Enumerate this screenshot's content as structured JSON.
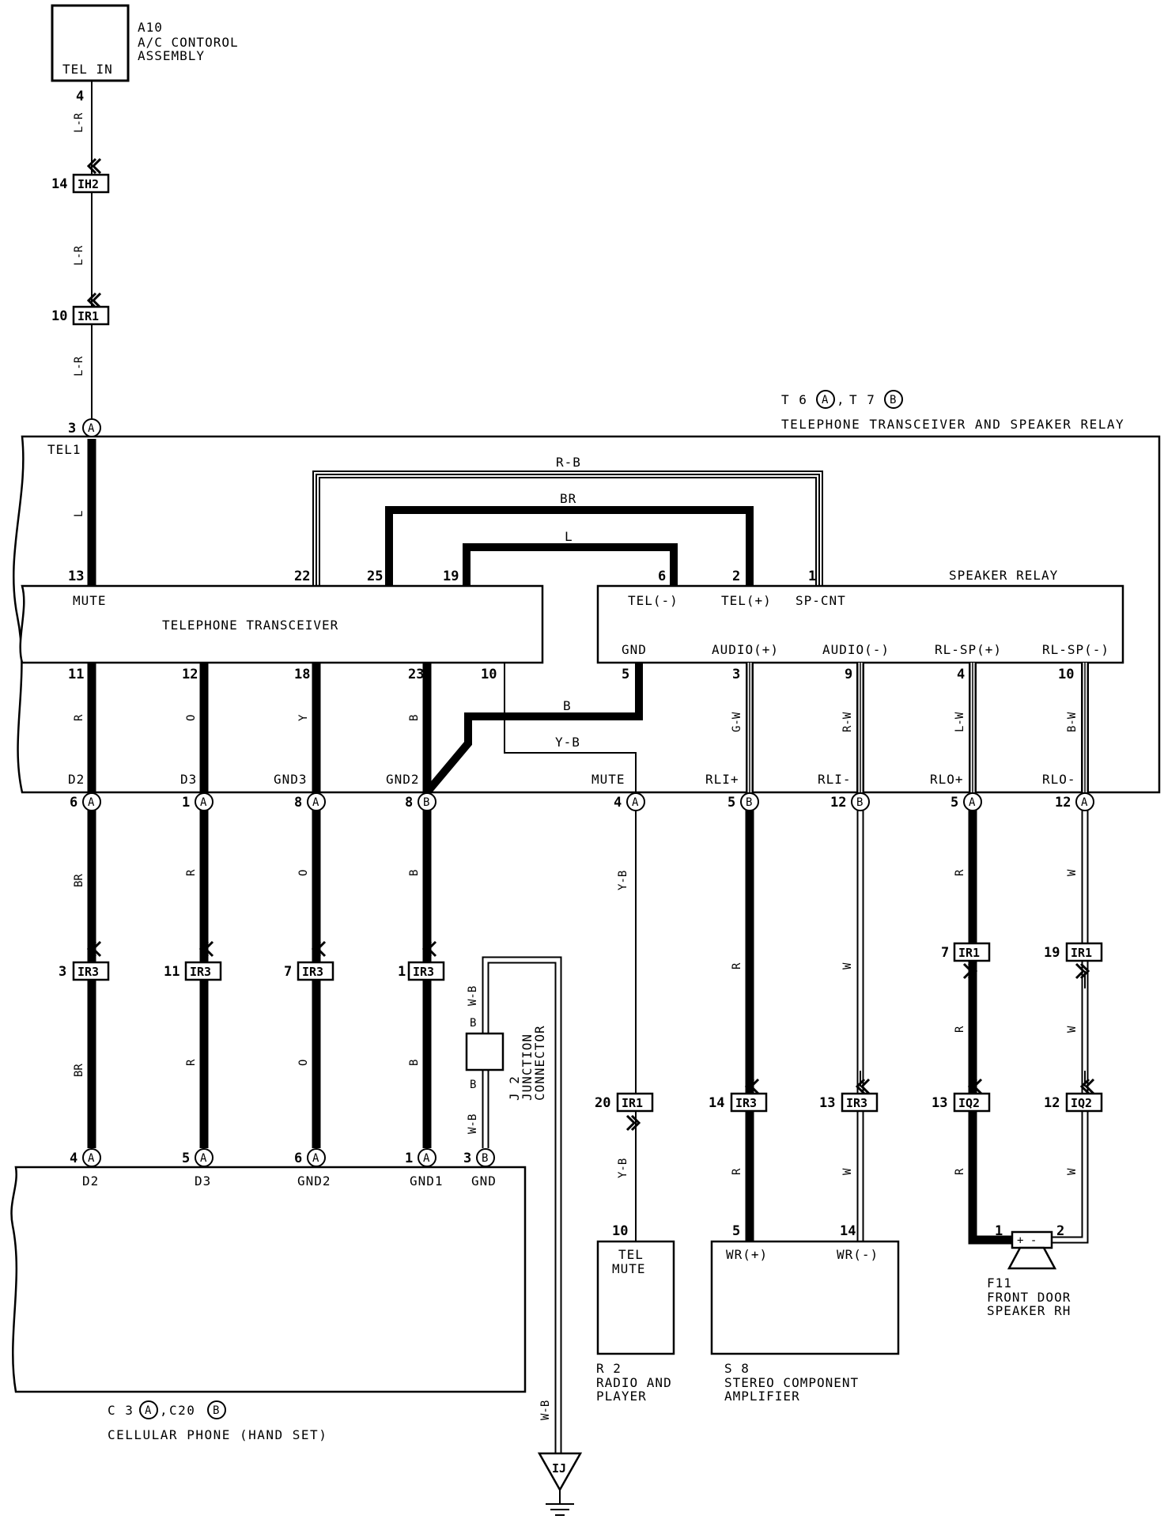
{
  "a10": {
    "id": "A10",
    "name1": "A/C CONTOROL",
    "name2": "ASSEMBLY",
    "terminal": "TEL IN",
    "pin": "4"
  },
  "top_wire": {
    "labels": [
      "L-R",
      "L-R",
      "L-R"
    ]
  },
  "top_connectors": [
    {
      "pin": "14",
      "name": "IH2"
    },
    {
      "pin": "10",
      "name": "IR1"
    }
  ],
  "t6": {
    "title_a": "T 6",
    "title_b": "T 7",
    "sep": ",",
    "circle_a": "A",
    "circle_b": "B",
    "name": "TELEPHONE TRANSCEIVER AND SPEAKER RELAY",
    "tel1_pin": "3",
    "tel1_circle": "A",
    "tel1_label": "TEL1",
    "tel1_wire": "L"
  },
  "transceiver": {
    "name": "TELEPHONE TRANSCEIVER",
    "mute_label": "MUTE",
    "top_pins": [
      "13",
      "22",
      "25",
      "19"
    ],
    "bottom_pins": [
      "11",
      "12",
      "18",
      "23",
      "10"
    ]
  },
  "loops": {
    "rb": "R-B",
    "br": "BR",
    "l": "L",
    "b": "B",
    "yb": "Y-B"
  },
  "relay": {
    "name": "SPEAKER RELAY",
    "top": [
      {
        "pin": "6",
        "label": "TEL(-)"
      },
      {
        "pin": "2",
        "label": "TEL(+)"
      },
      {
        "pin": "1",
        "label": "SP-CNT"
      }
    ],
    "bottom": [
      {
        "pin": "5",
        "label": "GND",
        "wire": ""
      },
      {
        "pin": "3",
        "label": "AUDIO(+)",
        "wire": "G-W"
      },
      {
        "pin": "9",
        "label": "AUDIO(-)",
        "wire": "R-W"
      },
      {
        "pin": "4",
        "label": "RL-SP(+)",
        "wire": "L-W"
      },
      {
        "pin": "10",
        "label": "RL-SP(-)",
        "wire": "B-W"
      }
    ]
  },
  "bottom_labels": [
    {
      "label": "D2",
      "wire": "R"
    },
    {
      "label": "D3",
      "wire": "O"
    },
    {
      "label": "GND3",
      "wire": "Y"
    },
    {
      "label": "GND2",
      "wire": "B"
    },
    {
      "label": "MUTE",
      "wire": ""
    },
    {
      "label": "RLI+",
      "wire": ""
    },
    {
      "label": "RLI-",
      "wire": ""
    },
    {
      "label": "RLO+",
      "wire": ""
    },
    {
      "label": "RLO-",
      "wire": ""
    }
  ],
  "bottom_pins": [
    {
      "pin": "6",
      "circle": "A"
    },
    {
      "pin": "1",
      "circle": "A"
    },
    {
      "pin": "8",
      "circle": "A"
    },
    {
      "pin": "8",
      "circle": "B"
    },
    {
      "pin": "4",
      "circle": "A"
    },
    {
      "pin": "5",
      "circle": "B"
    },
    {
      "pin": "12",
      "circle": "B"
    },
    {
      "pin": "5",
      "circle": "A"
    },
    {
      "pin": "12",
      "circle": "A"
    }
  ],
  "down_wires": [
    {
      "upper": "BR",
      "conn_pin": "3",
      "conn": "IR3",
      "lower": "BR"
    },
    {
      "upper": "R",
      "conn_pin": "11",
      "conn": "IR3",
      "lower": "R"
    },
    {
      "upper": "O",
      "conn_pin": "7",
      "conn": "IR3",
      "lower": "O"
    },
    {
      "upper": "B",
      "conn_pin": "1",
      "conn": "IR3",
      "lower": "B"
    }
  ],
  "c3": {
    "pins": [
      {
        "pin": "4",
        "circle": "A",
        "label": "D2"
      },
      {
        "pin": "5",
        "circle": "A",
        "label": "D3"
      },
      {
        "pin": "6",
        "circle": "A",
        "label": "GND2"
      },
      {
        "pin": "1",
        "circle": "A",
        "label": "GND1"
      },
      {
        "pin": "3",
        "circle": "B",
        "label": "GND"
      }
    ],
    "title_a": "C 3",
    "title_b": "C20",
    "sep": ",",
    "circle_a": "A",
    "circle_b": "B",
    "name": "CELLULAR PHONE (HAND SET)"
  },
  "j2": {
    "id": "J 2",
    "name1": "JUNCTION",
    "name2": "CONNECTOR",
    "w_top": "W-B",
    "b_top": "B",
    "b_bot": "B",
    "w_bot": "W-B",
    "w_ground": "W-B",
    "ground": "IJ"
  },
  "r2": {
    "upper_wire": "Y-B",
    "conn_pin": "20",
    "conn": "IR1",
    "lower_wire": "Y-B",
    "pin": "10",
    "label1": "TEL",
    "label2": "MUTE",
    "id": "R 2",
    "name1": "RADIO AND",
    "name2": "PLAYER"
  },
  "s8": {
    "wr_plus": {
      "upper_wire": "R",
      "conn_pin": "14",
      "conn": "IR3",
      "lower_wire": "R",
      "pin": "5",
      "label": "WR(+)"
    },
    "wr_minus": {
      "upper_wire": "W",
      "conn_pin": "13",
      "conn": "IR3",
      "lower_wire": "W",
      "pin": "14",
      "label": "WR(-)"
    },
    "id": "S 8",
    "name1": "STEREO COMPONENT",
    "name2": "AMPLIFIER"
  },
  "f11": {
    "plus": {
      "w1": "R",
      "c1_pin": "7",
      "c1": "IR1",
      "w2": "R",
      "c2_pin": "13",
      "c2": "IQ2",
      "w3": "R",
      "pin": "1"
    },
    "minus": {
      "w1": "W",
      "c1_pin": "19",
      "c1": "IR1",
      "w2": "W",
      "c2_pin": "12",
      "c2": "IQ2",
      "w3": "W",
      "pin": "2"
    },
    "sym": "+ -",
    "id": "F11",
    "name1": "FRONT DOOR",
    "name2": "SPEAKER RH"
  }
}
